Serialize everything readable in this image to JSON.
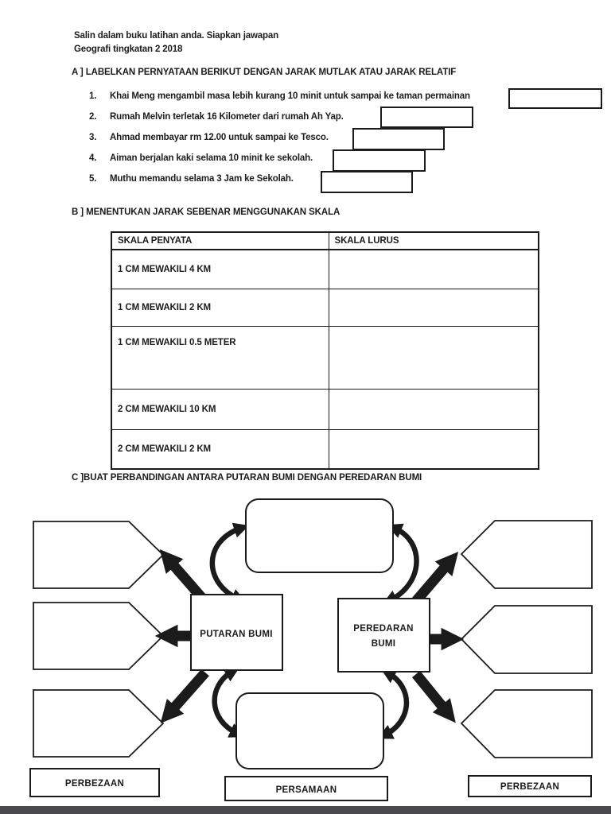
{
  "page": {
    "header_line1": "Salin dalam buku latihan anda. Siapkan jawapan",
    "header_line2": "Geografi tingkatan 2 2018"
  },
  "section_a": {
    "title": "A ] LABELKAN PERNYATAAN BERIKUT DENGAN JARAK MUTLAK ATAU JARAK RELATIF",
    "items": [
      {
        "num": "1.",
        "text": "Khai Meng mengambil masa lebih kurang 10 minit untuk sampai ke taman permainan"
      },
      {
        "num": "2.",
        "text": "Rumah Melvin terletak 16 Kilometer dari rumah Ah Yap."
      },
      {
        "num": "3.",
        "text": "Ahmad membayar rm 12.00 untuk sampai ke Tesco."
      },
      {
        "num": "4.",
        "text": "Aiman berjalan kaki selama 10 minit ke sekolah."
      },
      {
        "num": "5.",
        "text": "Muthu memandu selama 3 Jam ke Sekolah."
      }
    ]
  },
  "section_b": {
    "title": "B ] MENENTUKAN JARAK SEBENAR MENGGUNAKAN SKALA",
    "table": {
      "headers": [
        "SKALA PENYATA",
        "SKALA LURUS"
      ],
      "rows": [
        "1 CM MEWAKILI 4 KM",
        "1 CM MEWAKILI 2 KM",
        "1 CM MEWAKILI 0.5 METER",
        "2 CM MEWAKILI 10 KM",
        "2 CM MEWAKILI 2 KM"
      ]
    }
  },
  "section_c": {
    "title": "C ]BUAT PERBANDINGAN ANTARA PUTARAN BUMI DENGAN PEREDARAN BUMI",
    "center_left_label": "PUTARAN BUMI",
    "center_right_line1": "PEREDARAN",
    "center_right_line2": "BUMI",
    "label_left": "PERBEZAAN",
    "label_center": "PERSAMAAN",
    "label_right": "PERBEZAAN"
  },
  "colors": {
    "ink": "#1b1b1b",
    "page_background": "#ffffff",
    "bottom_band": "#4a4a4c"
  }
}
